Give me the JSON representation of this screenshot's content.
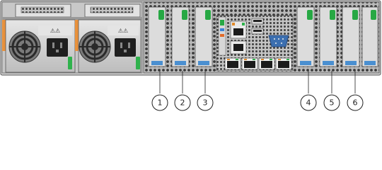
{
  "figure": {
    "subject": "server rear panel",
    "callouts": [
      {
        "label": "1",
        "slot": 1
      },
      {
        "label": "2",
        "slot": 2
      },
      {
        "label": "3",
        "slot": 3
      },
      {
        "label": "4",
        "slot": 4
      },
      {
        "label": "5",
        "slot": 5
      },
      {
        "label": "6",
        "slot": 6
      }
    ],
    "colors": {
      "chassis": "#cfcfcf",
      "chassis_dark": "#8d8d8d",
      "psu_orange": "#e8913c",
      "pcie_latch_green": "#27a844",
      "slot_label_blue": "#4a8fd0",
      "led_green": "#2fb24c"
    },
    "icons": [
      "psu-fan-grille",
      "power-inlet",
      "pcie-slot",
      "ethernet-port",
      "usb-port",
      "vga-port",
      "serial-port"
    ]
  }
}
